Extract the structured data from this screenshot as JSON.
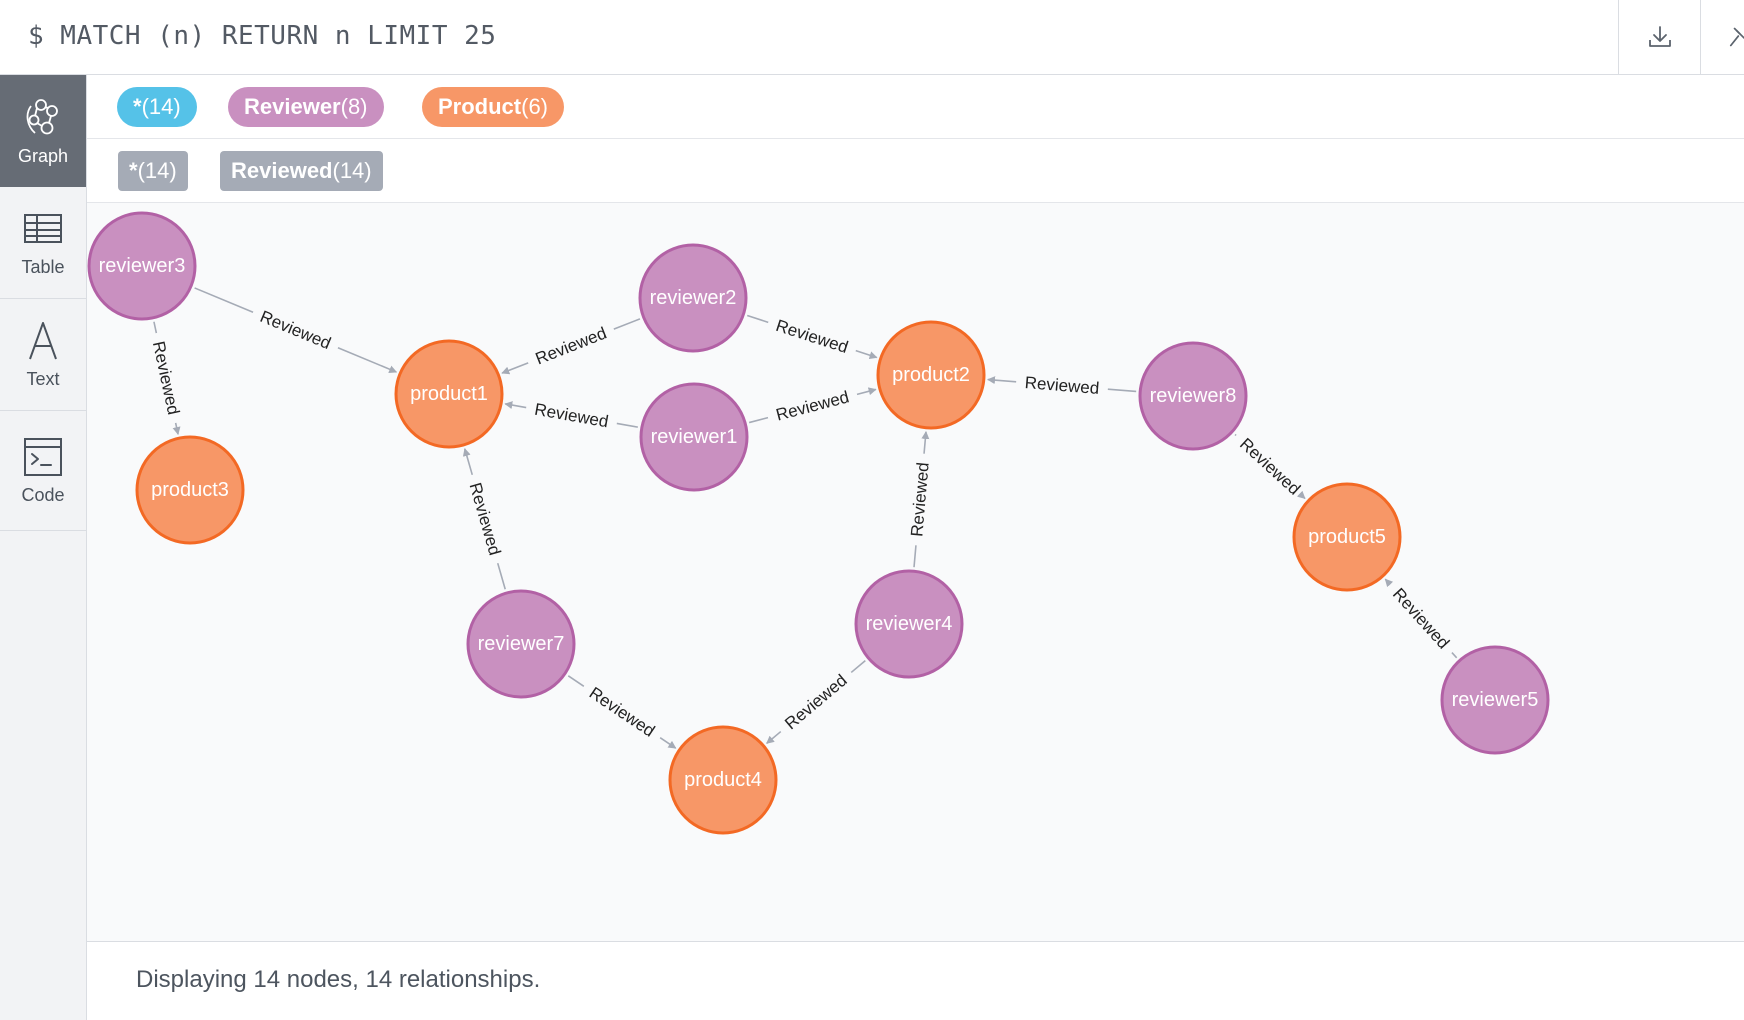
{
  "query": {
    "text": "$ MATCH (n) RETURN n LIMIT 25",
    "download_icon": "download-icon",
    "pin_icon": "pin-icon"
  },
  "sidebar": {
    "items": [
      {
        "label": "Graph",
        "icon": "graph-icon",
        "active": true
      },
      {
        "label": "Table",
        "icon": "table-icon",
        "active": false
      },
      {
        "label": "Text",
        "icon": "text-icon",
        "active": false
      },
      {
        "label": "Code",
        "icon": "code-icon",
        "active": false
      }
    ]
  },
  "legend": {
    "nodes": [
      {
        "label": "*",
        "count": "(14)",
        "color": "#55c2e8"
      },
      {
        "label": "Reviewer",
        "count": "(8)",
        "color": "#c990c0"
      },
      {
        "label": "Product",
        "count": "(6)",
        "color": "#f79767"
      }
    ],
    "relationships": [
      {
        "label": "*",
        "count": "(14)",
        "color": "#a5abb6"
      },
      {
        "label": "Reviewed",
        "count": "(14)",
        "color": "#a5abb6"
      }
    ]
  },
  "colors": {
    "reviewer_fill": "#c990c0",
    "reviewer_stroke": "#b261a5",
    "product_fill": "#f79767",
    "product_stroke": "#f36924",
    "edge": "#a5abb6"
  },
  "graph": {
    "nodes": [
      {
        "id": "reviewer3",
        "label": "reviewer3",
        "type": "Reviewer"
      },
      {
        "id": "reviewer2",
        "label": "reviewer2",
        "type": "Reviewer"
      },
      {
        "id": "reviewer1",
        "label": "reviewer1",
        "type": "Reviewer"
      },
      {
        "id": "reviewer8",
        "label": "reviewer8",
        "type": "Reviewer"
      },
      {
        "id": "reviewer7",
        "label": "reviewer7",
        "type": "Reviewer"
      },
      {
        "id": "reviewer4",
        "label": "reviewer4",
        "type": "Reviewer"
      },
      {
        "id": "reviewer5",
        "label": "reviewer5",
        "type": "Reviewer"
      },
      {
        "id": "product1",
        "label": "product1",
        "type": "Product"
      },
      {
        "id": "product2",
        "label": "product2",
        "type": "Product"
      },
      {
        "id": "product3",
        "label": "product3",
        "type": "Product"
      },
      {
        "id": "product4",
        "label": "product4",
        "type": "Product"
      },
      {
        "id": "product5",
        "label": "product5",
        "type": "Product"
      }
    ],
    "edges": [
      {
        "from": "reviewer3",
        "to": "product1",
        "label": "Reviewed"
      },
      {
        "from": "reviewer3",
        "to": "product3",
        "label": "Reviewed"
      },
      {
        "from": "reviewer2",
        "to": "product1",
        "label": "Reviewed"
      },
      {
        "from": "reviewer2",
        "to": "product2",
        "label": "Reviewed"
      },
      {
        "from": "reviewer1",
        "to": "product1",
        "label": "Reviewed"
      },
      {
        "from": "reviewer1",
        "to": "product2",
        "label": "Reviewed"
      },
      {
        "from": "reviewer8",
        "to": "product2",
        "label": "Reviewed"
      },
      {
        "from": "reviewer8",
        "to": "product5",
        "label": "Reviewed"
      },
      {
        "from": "reviewer7",
        "to": "product1",
        "label": "Reviewed"
      },
      {
        "from": "reviewer7",
        "to": "product4",
        "label": "Reviewed"
      },
      {
        "from": "reviewer4",
        "to": "product2",
        "label": "Reviewed"
      },
      {
        "from": "reviewer4",
        "to": "product4",
        "label": "Reviewed"
      },
      {
        "from": "reviewer5",
        "to": "product5",
        "label": "Reviewed"
      }
    ]
  },
  "status": {
    "text": "Displaying 14 nodes, 14 relationships."
  }
}
